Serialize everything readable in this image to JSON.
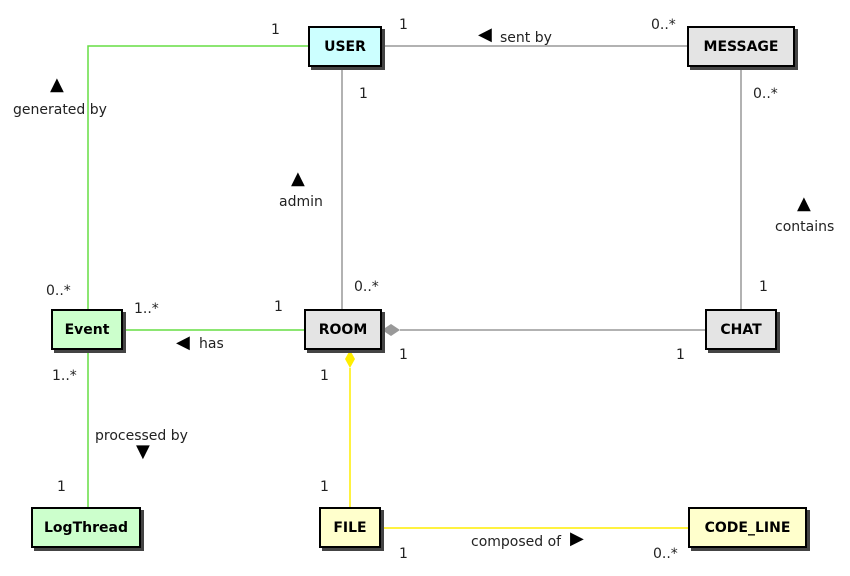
{
  "classes": {
    "user": "USER",
    "message": "MESSAGE",
    "event": "Event",
    "room": "ROOM",
    "chat": "CHAT",
    "logthread": "LogThread",
    "file": "FILE",
    "code_line": "CODE_LINE"
  },
  "associations": {
    "user_message": {
      "label": "sent by",
      "mult_user": "1",
      "mult_message": "0..*"
    },
    "user_event": {
      "label": "generated by",
      "mult_user": "1",
      "mult_event": "0..*"
    },
    "user_room": {
      "label": "admin",
      "mult_user": "1",
      "mult_room": "0..*"
    },
    "message_chat": {
      "label": "contains",
      "mult_message": "0..*",
      "mult_chat": "1"
    },
    "event_room": {
      "label": "has",
      "mult_event": "1..*",
      "mult_room": "1"
    },
    "room_chat": {
      "mult_room": "1",
      "mult_chat": "1"
    },
    "event_logthread": {
      "label": "processed by",
      "mult_event": "1..*",
      "mult_logthread": "1"
    },
    "room_file": {
      "mult_room": "1",
      "mult_file": "1"
    },
    "file_codeline": {
      "label": "composed of",
      "mult_file": "1",
      "mult_codeline": "0..*"
    }
  },
  "colors": {
    "user_fill": "#ccffff",
    "gray_fill": "#e4e4e4",
    "green_fill": "#ccffcc",
    "yellow_fill": "#ffffcc",
    "gray_line": "#999999",
    "green_line": "#66dd44",
    "yellow_line": "#ffee00"
  },
  "arrow_glyphs": {
    "left": "◀",
    "right": "▶",
    "up": "▲",
    "down": "▼"
  }
}
